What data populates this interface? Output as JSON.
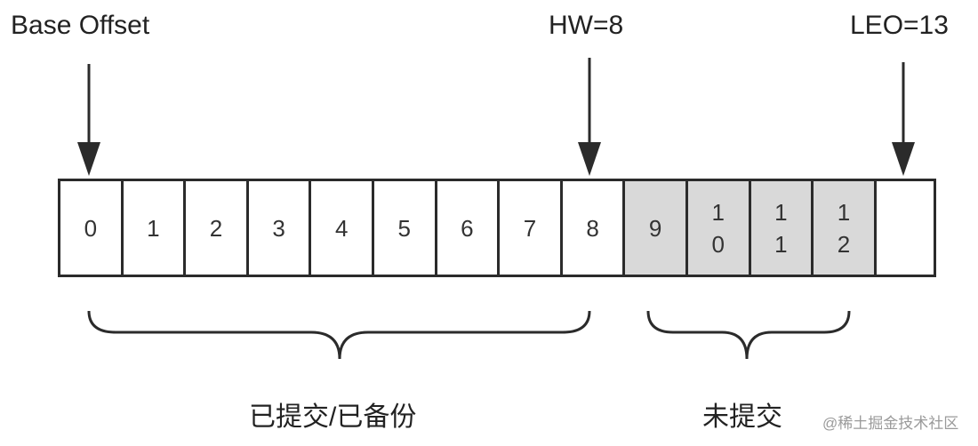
{
  "labels": {
    "base_offset": "Base Offset",
    "hw": "HW=8",
    "leo": "LEO=13",
    "committed": "已提交/已备份",
    "uncommitted": "未提交"
  },
  "cells": [
    {
      "text": "0",
      "shaded": false
    },
    {
      "text": "1",
      "shaded": false
    },
    {
      "text": "2",
      "shaded": false
    },
    {
      "text": "3",
      "shaded": false
    },
    {
      "text": "4",
      "shaded": false
    },
    {
      "text": "5",
      "shaded": false
    },
    {
      "text": "6",
      "shaded": false
    },
    {
      "text": "7",
      "shaded": false
    },
    {
      "text": "8",
      "shaded": false
    },
    {
      "text": "9",
      "shaded": true
    },
    {
      "text": "10",
      "shaded": true
    },
    {
      "text": "11",
      "shaded": true
    },
    {
      "text": "12",
      "shaded": true
    },
    {
      "text": "",
      "shaded": false
    }
  ],
  "colors": {
    "line": "#2b2b2b",
    "shaded_cell": "#d9d9d9"
  },
  "watermark": "@稀土掘金技术社区"
}
